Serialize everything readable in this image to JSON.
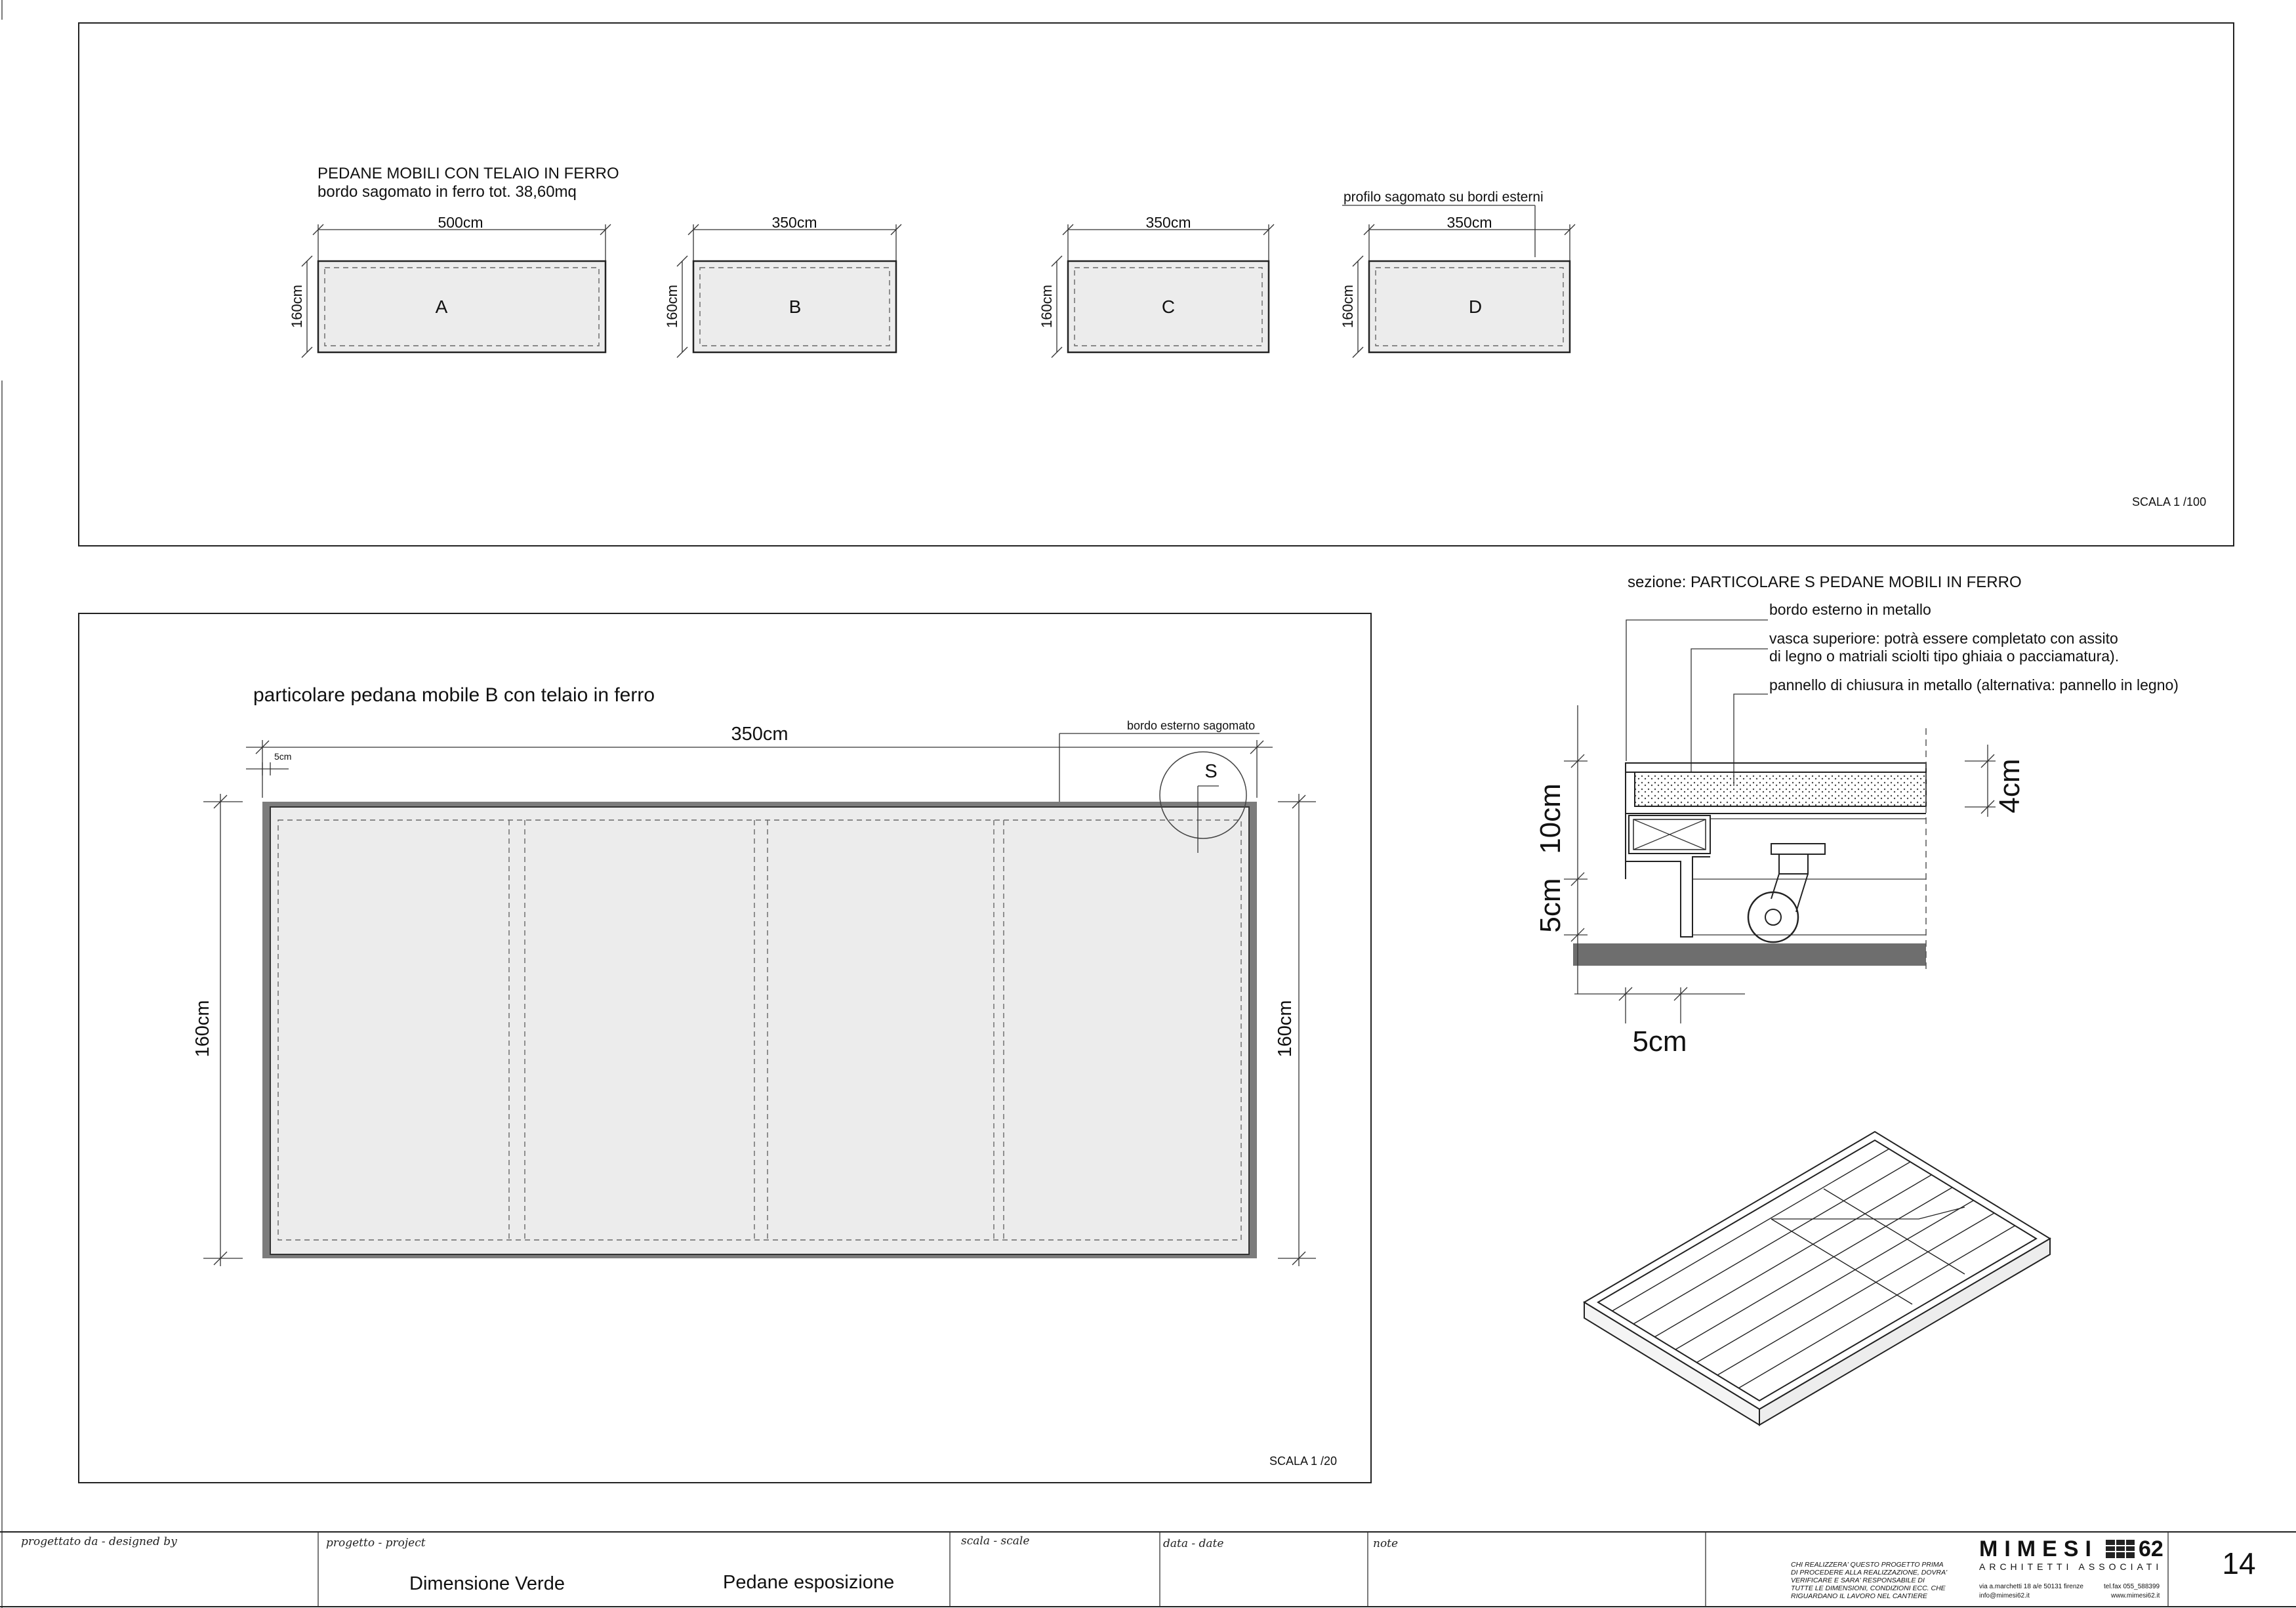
{
  "plan_top": {
    "title_line1": "PEDANE MOBILI CON TELAIO IN FERRO",
    "title_line2": "bordo sagomato in ferro tot. 38,60mq",
    "profile_note": "profilo sagomato su bordi esterni",
    "scale": "SCALA 1 /100",
    "height_dim": "160cm",
    "platforms": [
      {
        "letter": "A",
        "width_dim": "500cm"
      },
      {
        "letter": "B",
        "width_dim": "350cm"
      },
      {
        "letter": "C",
        "width_dim": "350cm"
      },
      {
        "letter": "D",
        "width_dim": "350cm"
      }
    ]
  },
  "detail_b": {
    "title": "particolare pedana mobile  B  con telaio in ferro",
    "width_dim": "350cm",
    "small_dim": "5cm",
    "edge_note": "bordo esterno sagomato",
    "section_marker": "S",
    "height_left": "160cm",
    "height_right": "160cm",
    "scale": "SCALA 1 /20"
  },
  "section": {
    "title": "sezione: PARTICOLARE    S    PEDANE MOBILI IN FERRO",
    "note1": "bordo esterno in metallo",
    "note2_line1": "vasca superiore: potrà essere completato con assito",
    "note2_line2": "di legno o matriali sciolti tipo ghiaia o  pacciamatura).",
    "note3": "pannello di chiusura in metallo (alternativa: pannello in legno)",
    "dim_10": "10cm",
    "dim_5v": "5cm",
    "dim_4": "4cm",
    "dim_5h": "5cm"
  },
  "title_block": {
    "designed_by_label": "progettato da - designed by",
    "project_label": "progetto - project",
    "project_name": "Dimensione Verde",
    "project_subject": "Pedane esposizione",
    "scale_label": "scala - scale",
    "date_label": "data - date",
    "note_label": "note",
    "disclaimer": [
      "CHI REALIZZERA' QUESTO PROGETTO PRIMA",
      "DI PROCEDERE ALLA REALIZZAZIONE, DOVRA'",
      "VERIFICARE E SARA' RESPONSABILE DI",
      "TUTTE LE DIMENSIONI, CONDIZIONI ECC. CHE",
      "RIGUARDANO IL LAVORO NEL CANTIERE"
    ],
    "logo_name": "MIMESI",
    "logo_number": "62",
    "logo_sub": "ARCHITETTI  ASSOCIATI",
    "address": "via a.marchetti 18 a/e  50131 firenze",
    "phone": "tel.fax 055_588399",
    "email": "info@mimesi62.it",
    "web": "www.mimesi62.it",
    "sheet_number": "14"
  }
}
